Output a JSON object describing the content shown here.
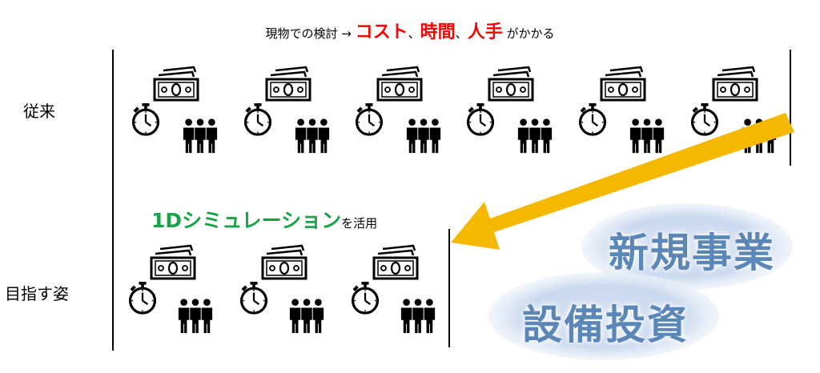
{
  "header": {
    "prefix": "現物での検討 → ",
    "cost": "コスト",
    "sep1": "、",
    "time": "時間",
    "sep2": "、",
    "people": "人手",
    "suffix": " がかかる"
  },
  "rows": {
    "conventional_label": "従来",
    "target_label": "目指す姿"
  },
  "simulation": {
    "highlight": "1Dシミュレーション",
    "suffix": "を活用"
  },
  "bubbles": {
    "new_business": "新規事業",
    "capital_investment": "設備投資"
  },
  "colors": {
    "red_highlight": "#ff0000",
    "green_highlight": "#1aa44a",
    "arrow": "#f5b800",
    "bubble_fill": "#c9d9ee",
    "bubble_text": "#5b86b8"
  },
  "icons": {
    "money": "money-bill-icon",
    "time": "stopwatch-icon",
    "people": "people-group-icon"
  }
}
